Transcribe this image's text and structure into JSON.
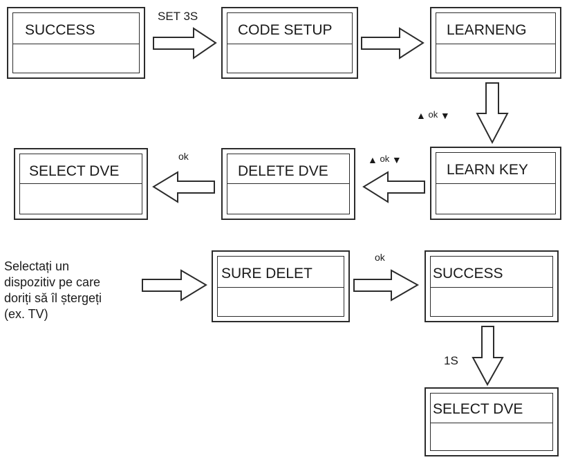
{
  "screens": {
    "success_1": "SUCCESS",
    "code_setup": "CODE SETUP",
    "learneng": "LEARNENG",
    "learn_key": "LEARN KEY",
    "delete_dve": "DELETE DVE",
    "select_dve_1": "SELECT DVE",
    "sure_delet": "SURE DELET",
    "success_2": "SUCCESS",
    "select_dve_2": "SELECT DVE"
  },
  "arrow_labels": {
    "set_3s": "SET 3S",
    "ok_nav_1": "ok",
    "ok_nav_2": "ok",
    "ok_select": "ok",
    "ok_sure": "ok",
    "one_s": "1S"
  },
  "symbols": {
    "up_triangle": "▲",
    "down_triangle": "▼"
  },
  "instruction": {
    "lines": [
      "Selectați un",
      "dispozitiv pe care",
      "doriți să îl ștergeți",
      "(ex. TV)"
    ]
  }
}
